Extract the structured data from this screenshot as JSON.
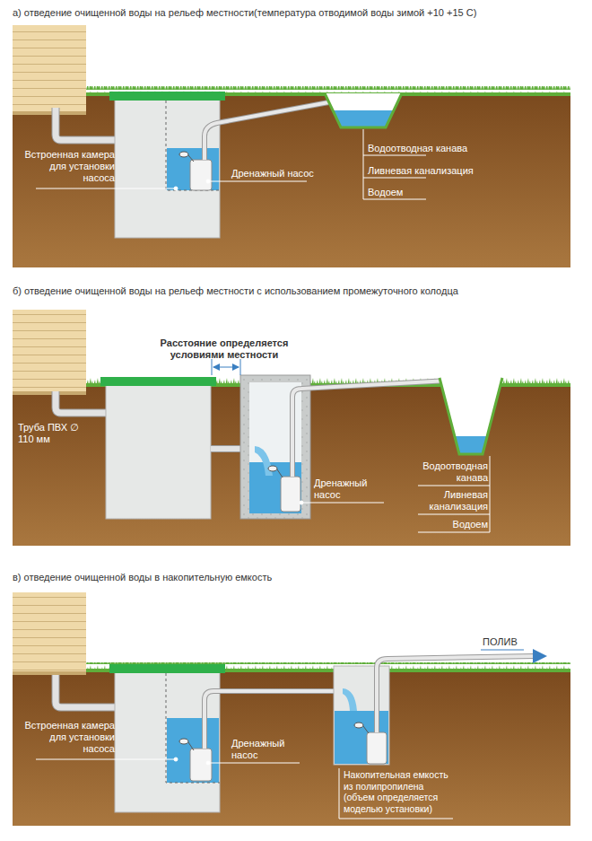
{
  "diagram": {
    "labels": [
      "а) отведение очищенной воды на рельеф местности(температура отводимой воды зимой +10 +15 С)",
      "Встроенная камера для установки насоса",
      "Дренажный насос",
      "Водоотводная канава",
      "Ливневая канализация",
      "Водоем",
      "б) отведение очищенной воды на рельеф местности с использованием промежуточного колодца",
      "Расстояние определяется условиями местности",
      "Труба ПВХ ∅ 110 мм",
      "Дренажный насос",
      "Водоотводная канава",
      "Ливневая канализация",
      "Водоем",
      "в) отведение очищенной воды в накопительную емкость",
      "ПОЛИВ",
      "Встроенная камера для установки насоса",
      "Дренажный насос",
      "Накопительная емкость из полипропилена (объем определяется моделью установки)"
    ]
  }
}
